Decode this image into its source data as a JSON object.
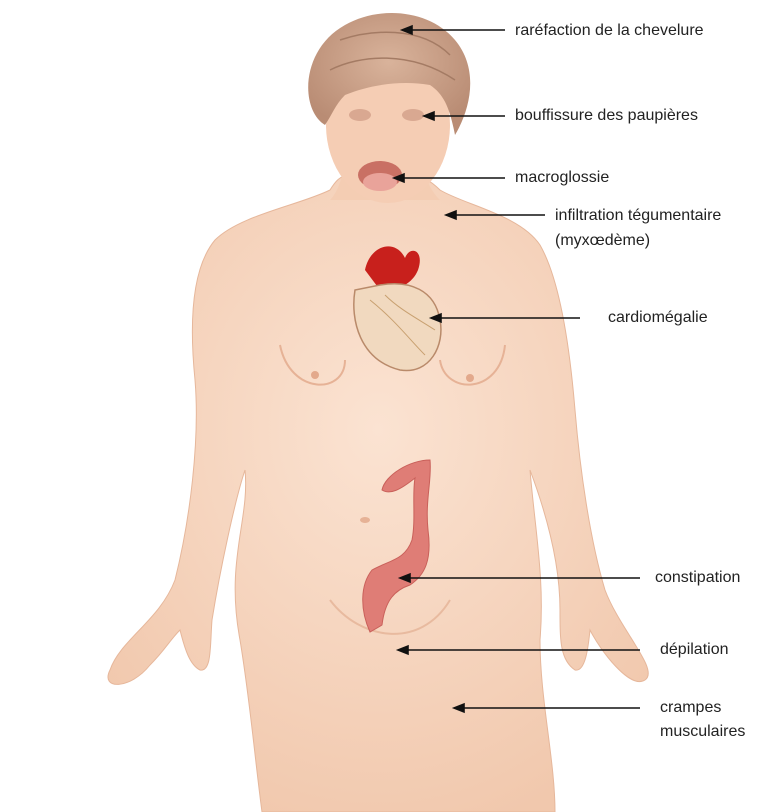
{
  "labels": {
    "hair": "raréfaction de la chevelure",
    "eyelids": "bouffissure des paupières",
    "tongue": "macroglossie",
    "skin_line1": "infiltration tégumentaire",
    "skin_line2": "(myxœdème)",
    "heart": "cardiomégalie",
    "colon": "constipation",
    "pubic": "dépilation",
    "cramps_line1": "crampes",
    "cramps_line2": "musculaires"
  },
  "colors": {
    "skin": "#f6d3bd",
    "skin_shadow": "#eab89c",
    "hair": "#c59a82",
    "heart_red": "#c8201c",
    "heart_muscle": "#f1d9bf",
    "colon": "#df7d76",
    "arrow": "#111111"
  }
}
